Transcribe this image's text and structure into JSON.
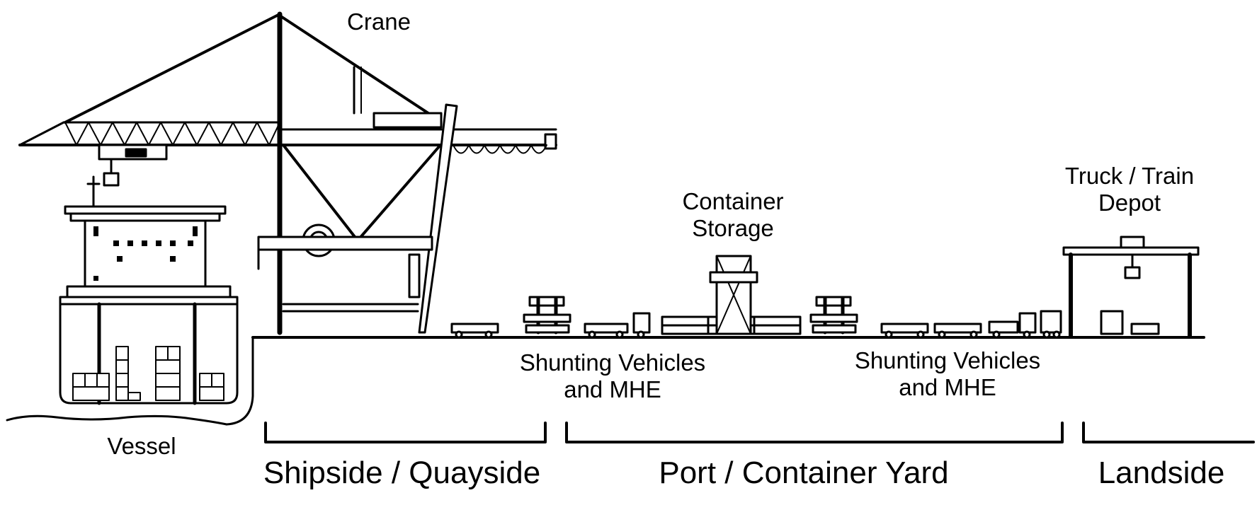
{
  "labels": {
    "crane": "Crane",
    "container_storage": "Container\nStorage",
    "truck_train_depot": "Truck / Train\nDepot",
    "shunting_1": "Shunting Vehicles\nand MHE",
    "shunting_2": "Shunting Vehicles\nand MHE",
    "vessel": "Vessel"
  },
  "zones": {
    "shipside": "Shipside / Quayside",
    "port_yard": "Port / Container Yard",
    "landside": "Landside"
  },
  "colors": {
    "line": "#000000",
    "fill": "#ffffff"
  }
}
